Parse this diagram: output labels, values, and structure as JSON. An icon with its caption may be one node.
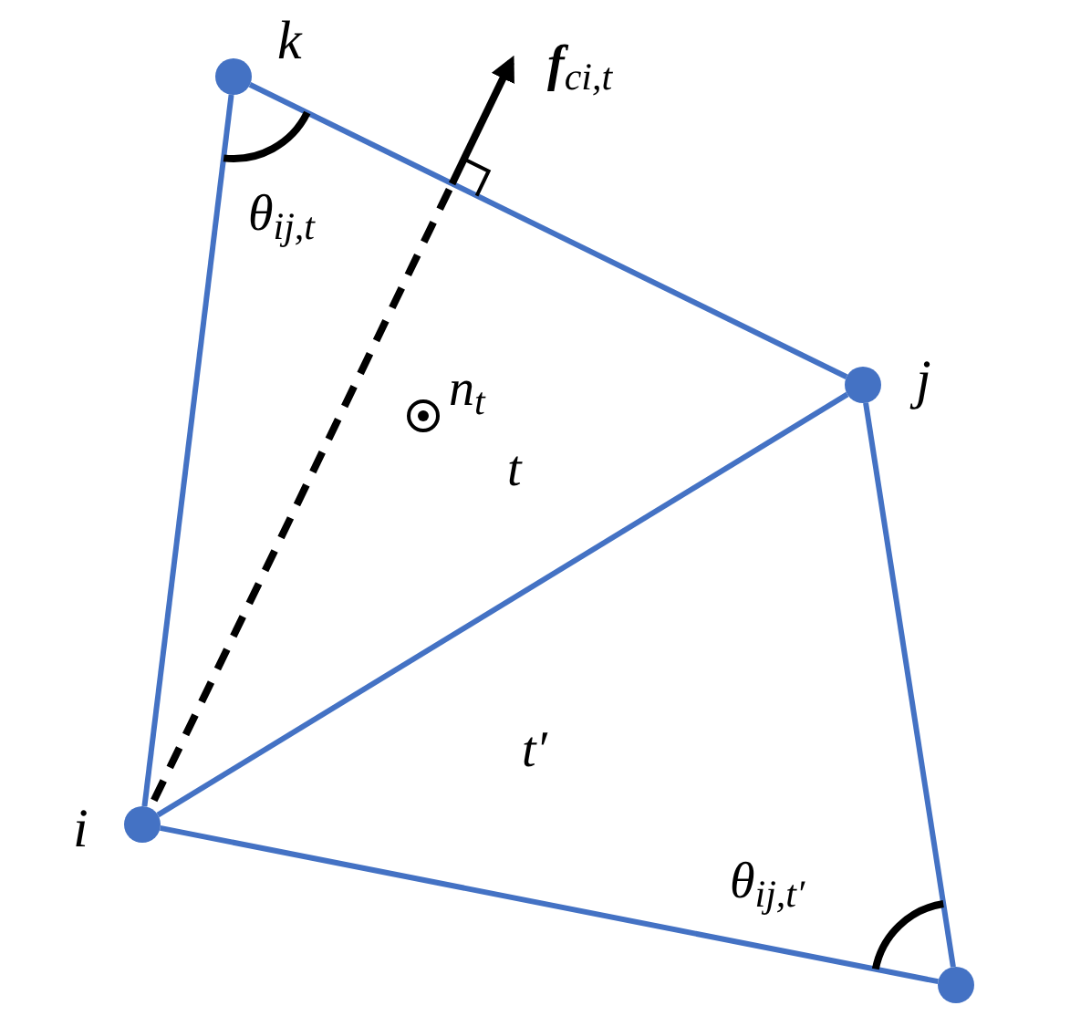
{
  "diagram": {
    "nodes": [
      {
        "text": [],
        "shape": "circle",
        "beside": [
          "k"
        ]
      },
      {
        "text": [],
        "shape": "circle",
        "beside": [
          "j"
        ]
      },
      {
        "text": [],
        "shape": "circle",
        "beside": [
          "i"
        ]
      },
      {
        "text": [],
        "shape": "circle"
      }
    ],
    "edges": [
      {
        "from": 0,
        "to": 1,
        "arrow": "none"
      },
      {
        "from": 1,
        "to": 2,
        "arrow": "none"
      },
      {
        "from": 2,
        "to": 0,
        "arrow": "none"
      },
      {
        "from": 1,
        "to": 3,
        "arrow": "none"
      },
      {
        "from": 3,
        "to": 2,
        "arrow": "none"
      }
    ],
    "labels": [
      "**f**$_{ci,t}$",
      "θ$_{ij,t}$",
      "n$_{t}$",
      "t",
      "t′",
      "θ$_{ij,t′}$"
    ]
  }
}
